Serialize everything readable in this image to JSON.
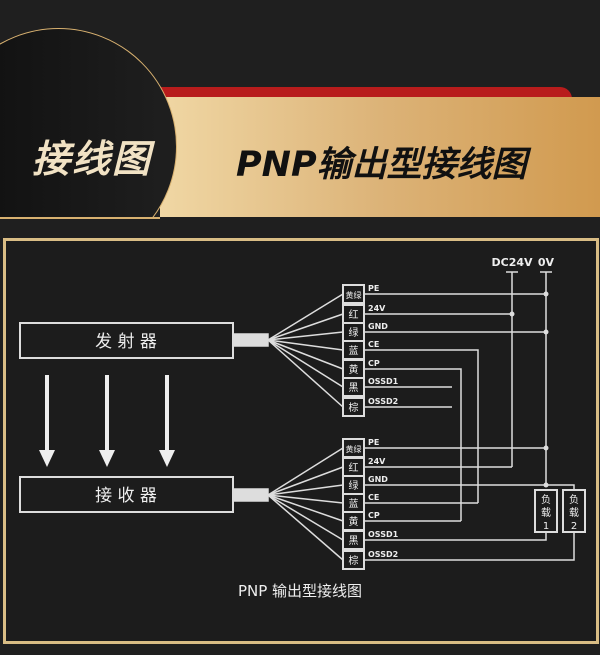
{
  "header": {
    "badge_title": "接线图",
    "title": "PNP输出型接线图"
  },
  "diagram": {
    "transmitter": "发 射 器",
    "receiver": "接 收 器",
    "power": [
      "DC24V",
      "0V"
    ],
    "wire_colors": [
      "黄绿",
      "红",
      "绿",
      "蓝",
      "黄",
      "黑",
      "棕"
    ],
    "wire_signals": [
      "PE",
      "24V",
      "GND",
      "CE",
      "CP",
      "OSSD1",
      "OSSD2"
    ],
    "loads": [
      {
        "line1": "负",
        "line2": "载",
        "num": "1"
      },
      {
        "line1": "负",
        "line2": "载",
        "num": "2"
      }
    ],
    "caption": "PNP 输出型接线图"
  }
}
